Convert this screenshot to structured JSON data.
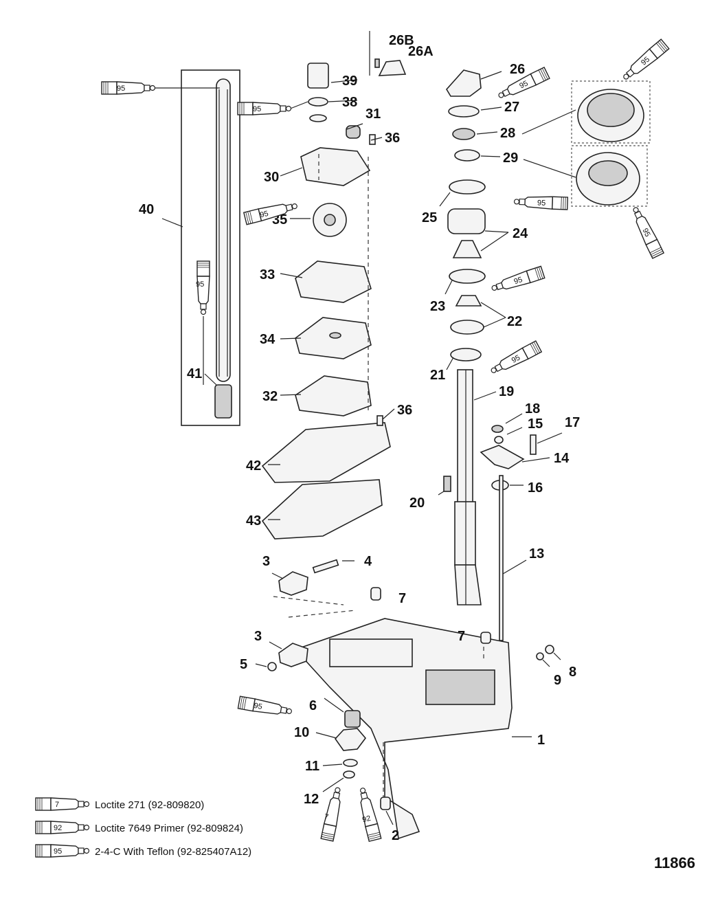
{
  "callouts": {
    "p1": "1",
    "p2": "2",
    "p3a": "3",
    "p3b": "3",
    "p4": "4",
    "p5": "5",
    "p6": "6",
    "p7a": "7",
    "p7b": "7",
    "p8": "8",
    "p9": "9",
    "p10": "10",
    "p11": "11",
    "p12": "12",
    "p13": "13",
    "p14": "14",
    "p15": "15",
    "p16": "16",
    "p17": "17",
    "p18": "18",
    "p19": "19",
    "p20": "20",
    "p21": "21",
    "p22": "22",
    "p23": "23",
    "p24": "24",
    "p25": "25",
    "p26": "26",
    "p26a": "26A",
    "p26b": "26B",
    "p27": "27",
    "p28": "28",
    "p29": "29",
    "p30": "30",
    "p31": "31",
    "p32": "32",
    "p33": "33",
    "p34": "34",
    "p35": "35",
    "p36a": "36",
    "p36b": "36",
    "p38": "38",
    "p39": "39",
    "p40": "40",
    "p41": "41",
    "p42": "42",
    "p43": "43"
  },
  "tube_labels": {
    "t95": "95",
    "t7": "7",
    "t92": "92"
  },
  "legend": [
    {
      "code": "7",
      "text": "Loctite 271 (92-809820)"
    },
    {
      "code": "92",
      "text": "Loctite 7649 Primer (92-809824)"
    },
    {
      "code": "95",
      "text": "2-4-C  With Teflon (92-825407A12)"
    }
  ],
  "figure_number": "11866"
}
